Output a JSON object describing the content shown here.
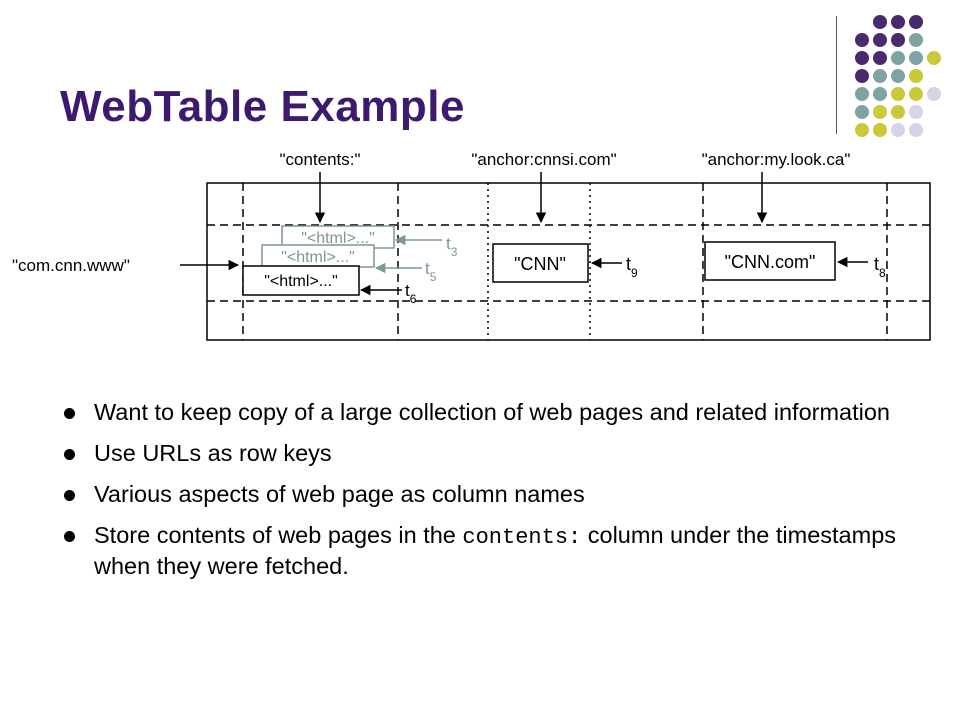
{
  "slide": {
    "title": "WebTable Example"
  },
  "decor": {
    "dot_colors": {
      "purple": "#4a2a6e",
      "teal": "#7fa3a3",
      "olive": "#c9c93a",
      "lavender": "#d4d4e6"
    },
    "title_color": "#3d1a6e"
  },
  "diagram": {
    "column_headers": [
      "\"contents:\"",
      "\"anchor:cnnsi.com\"",
      "\"anchor:my.look.ca\""
    ],
    "row_key": "\"com.cnn.www\"",
    "contents_versions": [
      {
        "text": "\"<html>...\"",
        "timestamp_base": "t",
        "timestamp_sub": "3"
      },
      {
        "text": "\"<html>...\"",
        "timestamp_base": "t",
        "timestamp_sub": "5"
      },
      {
        "text": "\"<html>...\"",
        "timestamp_base": "t",
        "timestamp_sub": "6"
      }
    ],
    "anchor_cells": [
      {
        "text": "\"CNN\"",
        "timestamp_base": "t",
        "timestamp_sub": "9"
      },
      {
        "text": "\"CNN.com\"",
        "timestamp_base": "t",
        "timestamp_sub": "8"
      }
    ]
  },
  "bullets": {
    "b1": "Want to keep copy of a large collection of web pages and related information",
    "b2": "Use URLs as row keys",
    "b3": "Various aspects of web page as column names",
    "b4_pre": "Store contents of web pages in the ",
    "b4_code": "contents:",
    "b4_post": " column under the timestamps when they were fetched."
  }
}
